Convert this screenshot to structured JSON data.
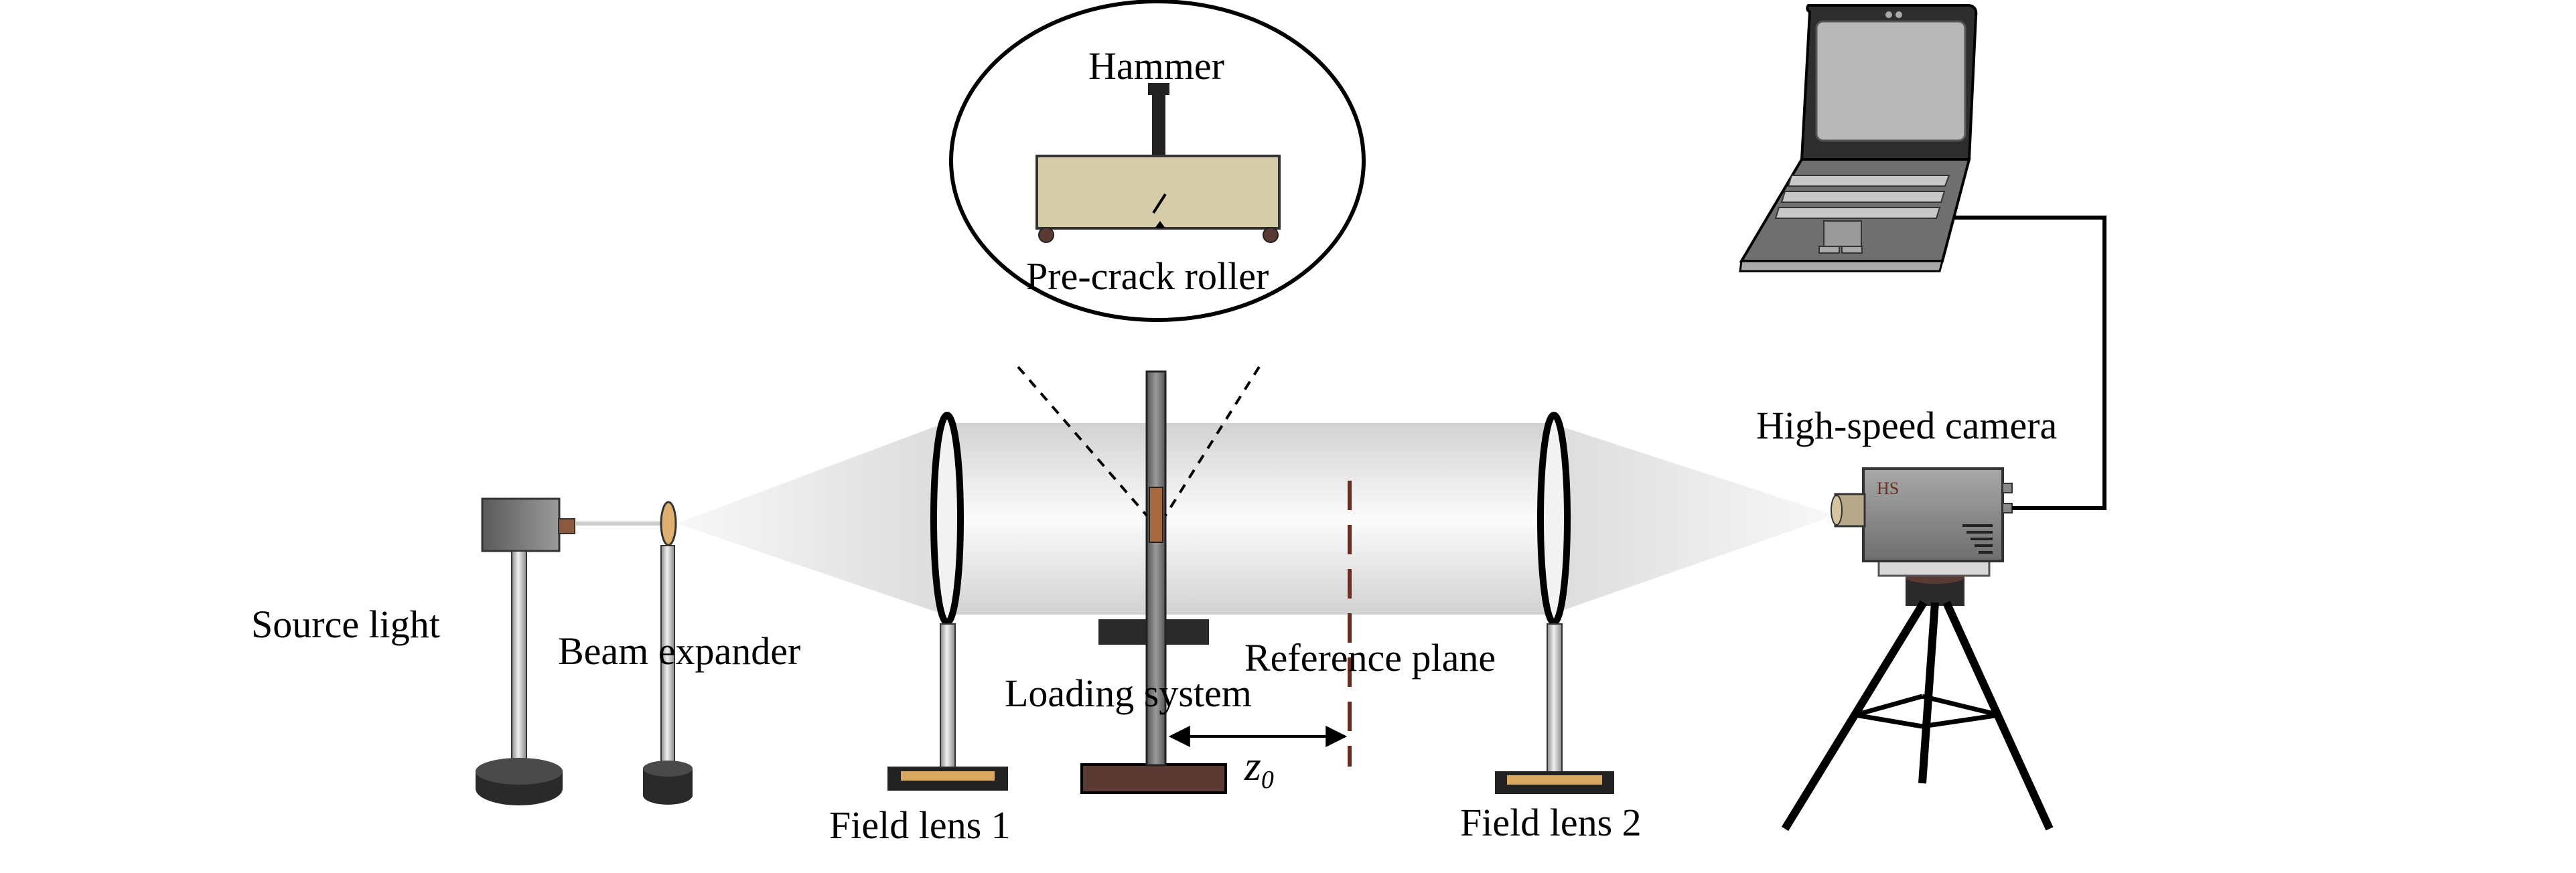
{
  "labels": {
    "hammer": "Hammer",
    "pre_crack_roller": "Pre-crack roller",
    "high_speed_camera": "High-speed camera",
    "source_light": "Source light",
    "beam_expander": "Beam expander",
    "reference_plane": "Reference plane",
    "loading_system": "Loading system",
    "field_lens_1": "Field lens 1",
    "field_lens_2": "Field lens 2",
    "distance_symbol": "z",
    "distance_subscript": "0"
  },
  "camera": {
    "badge": "HS"
  },
  "colors": {
    "specimen": "#d6ccaa",
    "base_brown": "#5a3a32",
    "light_beam": "#e6e6e6",
    "lens_stand_brass": "#d8a860",
    "reference_plane": "#6b2e1e",
    "laptop_body": "#6f6f6f",
    "laptop_screen": "#b8b8b8",
    "camera_body": "#909090",
    "light_source": "#7a7a7a"
  }
}
